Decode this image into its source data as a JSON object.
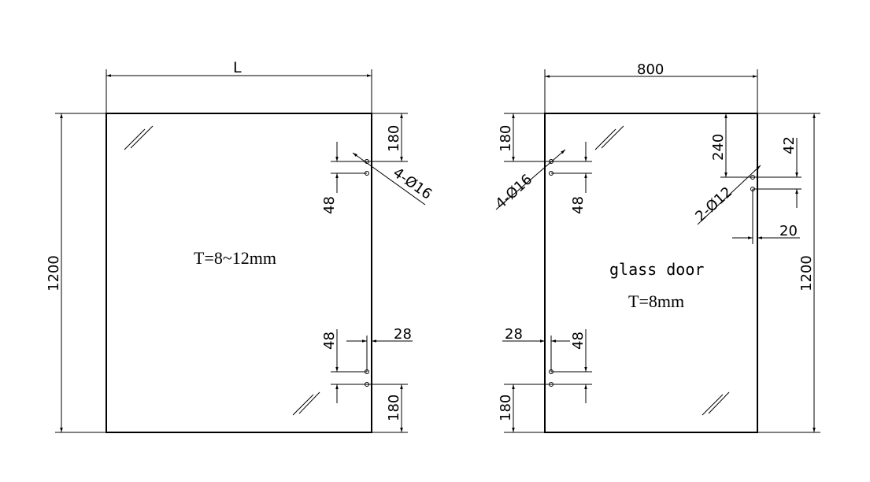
{
  "left_panel": {
    "width_label": "L",
    "height_label": "1200",
    "thickness_note": "T=8~12mm",
    "top_hole_offset": "180",
    "hole_spacing_top": "48",
    "holes_callout": "4-Ø16",
    "hole_spacing_bottom": "48",
    "edge_offset": "28",
    "bottom_hole_offset": "180"
  },
  "right_panel": {
    "width_label": "800",
    "height_label": "1200",
    "title_note": "glass door",
    "thickness_note": "T=8mm",
    "top_hole_offset": "180",
    "holes_callout": "4-Ø16",
    "hole_spacing_top": "48",
    "lock_offset": "240",
    "lock_spacing": "42",
    "lock_holes_callout": "2-Ø12",
    "lock_edge_offset": "20",
    "edge_offset": "28",
    "hole_spacing_bottom": "48",
    "bottom_hole_offset": "180"
  }
}
